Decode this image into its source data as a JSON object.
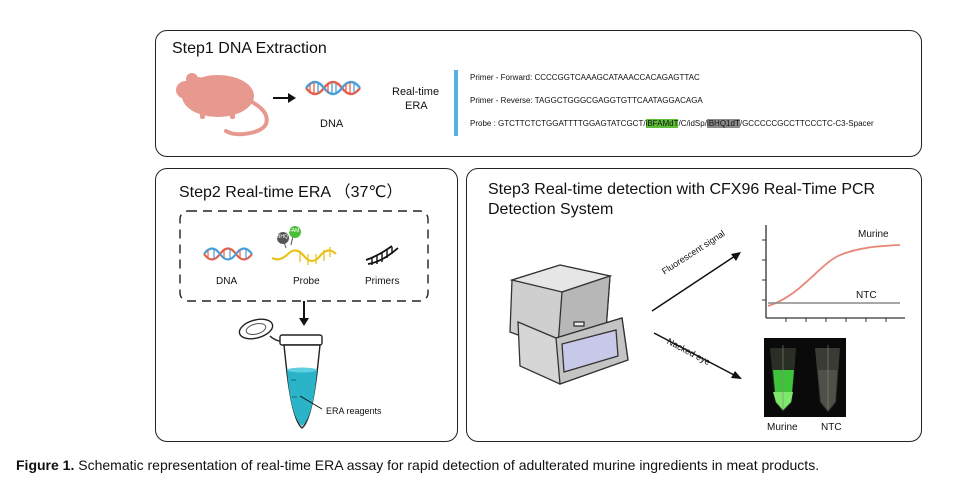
{
  "step1": {
    "title": "Step1 DNA Extraction",
    "dna_label": "DNA",
    "era_label_line1": "Real-time",
    "era_label_line2": "ERA",
    "primer_forward": "Primer - Forward:  CCCCGGTCAAAGCATAAACCACAGAGTTAC",
    "primer_reverse": "Primer - Reverse:  TAGGCTGGGCGAGGTGTTCAATAGGACAGA",
    "probe_prefix": "Probe :  GTCTTCTCTGGATTTTGGAGTATCGCT/",
    "probe_fam": "iBFAMdT",
    "probe_mid": "/C/idSp/",
    "probe_bhq": "iBHQ1dT",
    "probe_suffix": "/GCCCCCGCCTTCCCTC-C3-Spacer"
  },
  "step2": {
    "title": "Step2 Real-time ERA （37℃）",
    "dna_label": "DNA",
    "probe_label": "Probe",
    "primers_label": "Primers",
    "bhq_tag": "BHQ",
    "fam_tag": "FAM",
    "reagents_label": "ERA reagents"
  },
  "step3": {
    "title_line1": "Step3 Real-time detection with CFX96 Real-Time PCR",
    "title_line2": "Detection System",
    "fluor_label": "Fluorescent signal",
    "naked_label": "Nacked eye",
    "murine_curve_label": "Murine",
    "ntc_curve_label": "NTC",
    "tube_murine_label": "Murine",
    "tube_ntc_label": "NTC"
  },
  "caption": {
    "bold": "Figure 1.",
    "text": " Schematic representation of real-time ERA assay for rapid detection of adulterated murine ingredients in meat products."
  },
  "colors": {
    "mouse": "#e8998f",
    "dna_red": "#e6604a",
    "dna_blue": "#4a9fd8",
    "probe_yellow": "#e8c21a",
    "liquid": "#2bb3c8",
    "curve_red": "#e8887a",
    "bar_blue": "#5aaee0",
    "glow_green": "#3ec43a"
  }
}
